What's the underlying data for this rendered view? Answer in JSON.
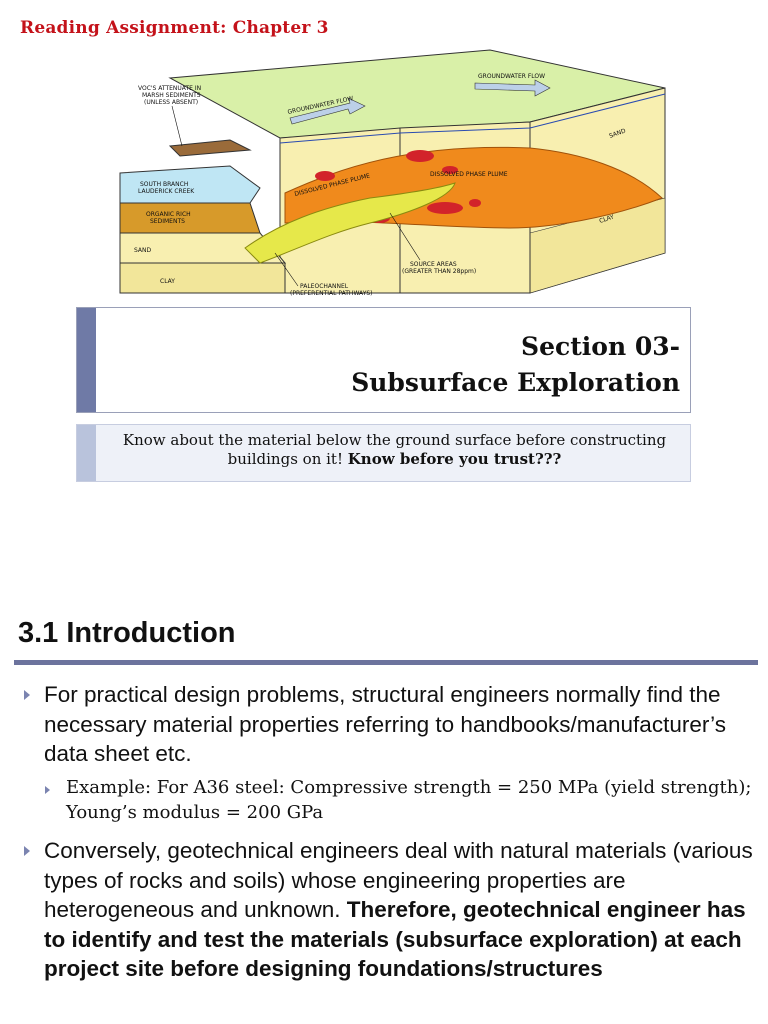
{
  "header": {
    "reading_assignment": "Reading Assignment: Chapter 3"
  },
  "diagram": {
    "labels": {
      "vocs": [
        "VOC'S ATTENUATE IN",
        "MARSH SEDIMENTS",
        "(UNLESS ABSENT)"
      ],
      "groundwater_left": "GROUNDWATER FLOW",
      "groundwater_right": "GROUNDWATER FLOW",
      "sand_right": "SAND",
      "creek": [
        "SOUTH BRANCH",
        "LAUDERICK CREEK"
      ],
      "organic": [
        "ORGANIC RICH",
        "SEDIMENTS"
      ],
      "sand_left": "SAND",
      "clay_left": "CLAY",
      "clay_right": "CLAY",
      "plume_left": "DISSOLVED PHASE PLUME",
      "plume_right": "DISSOLVED PHASE PLUME",
      "source": [
        "SOURCE AREAS",
        "(GREATER THAN 28ppm)"
      ],
      "paleochannel": [
        "PALEOCHANNEL",
        "(PREFERENTIAL PATHWAYS)"
      ]
    }
  },
  "section": {
    "title_line1": "Section 03-",
    "title_line2": "Subsurface Exploration",
    "tagline_part1": "Know about the material below the ground surface before constructing buildings on it! ",
    "tagline_bold": "Know before you trust???"
  },
  "intro": {
    "title": "3.1 Introduction",
    "bullet1": "For practical design problems, structural engineers normally find the necessary material properties referring to handbooks/manufacturer’s data sheet etc.",
    "sub1": "Example: For A36 steel: Compressive strength = 250 MPa (yield strength); Young’s modulus = 200 GPa",
    "bullet2_part1": "Conversely, geotechnical engineers deal with natural materials (various types of rocks and soils) whose engineering properties are heterogeneous and unknown. ",
    "bullet2_bold": "Therefore, geotechnical engineer has to identify and test the materials (subsurface exploration) at each project site before designing foundations/structures"
  },
  "colors": {
    "accent_red": "#c4121a",
    "band_blue": "#6f7aa6",
    "rule_blue": "#6c739d"
  }
}
